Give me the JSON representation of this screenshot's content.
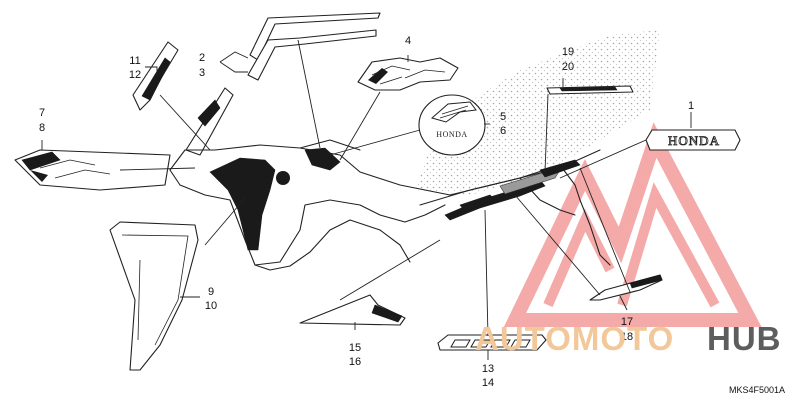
{
  "diagram_code": "MKS4F5001A",
  "watermark": {
    "text_auto": "AUTOMOTO",
    "text_hub": "HUB",
    "accent_color": "#e8524f",
    "text_color": "#f2c79a",
    "dark_color": "#5d5d5d"
  },
  "callouts": {
    "c1": "1",
    "c2_3": [
      "2",
      "3"
    ],
    "c4": "4",
    "c5_6": [
      "5",
      "6"
    ],
    "c7_8": [
      "7",
      "8"
    ],
    "c9_10": [
      "9",
      "10"
    ],
    "c11_12": [
      "11",
      "12"
    ],
    "c13_14": [
      "13",
      "14"
    ],
    "c15_16": [
      "15",
      "16"
    ],
    "c17_18": [
      "17",
      "18"
    ],
    "c19_20": [
      "19",
      "20"
    ]
  },
  "emblem_text": "HONDA"
}
